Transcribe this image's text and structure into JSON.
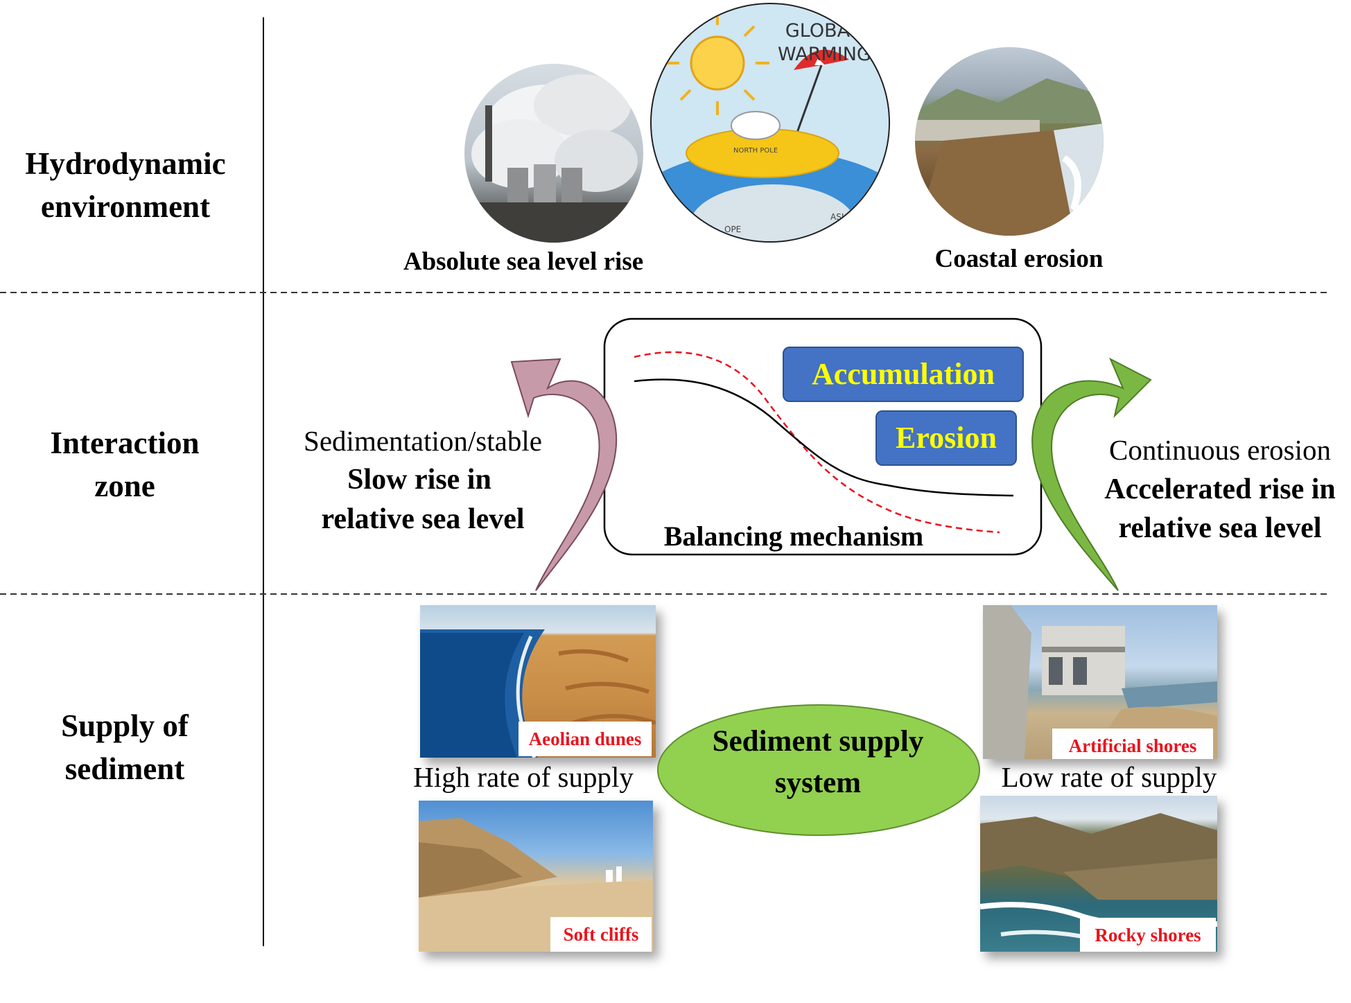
{
  "rows": {
    "hydrodynamic": "Hydrodynamic environment",
    "interaction": "Interaction zone",
    "supply": "Supply of sediment"
  },
  "top": {
    "left_caption": "Absolute sea level rise",
    "right_caption": "Coastal erosion",
    "cartoon_text": "GLOBAL WARMING?",
    "cartoon_pole": "NORTH POLE",
    "cartoon_asia": "ASIA",
    "cartoon_europe": "OPE"
  },
  "middle": {
    "accumulation": "Accumulation",
    "erosion": "Erosion",
    "balancing": "Balancing mechanism",
    "left_line1": "Sedimentation/stable",
    "left_line2": "Slow rise in",
    "left_line3": "relative sea level",
    "right_line1": "Continuous erosion",
    "right_line2": "Accelerated rise in",
    "right_line3": "relative sea level"
  },
  "bottom": {
    "center": "Sediment supply system",
    "high": "High rate of supply",
    "low": "Low rate of supply",
    "tags": [
      "Aeolian dunes",
      "Soft cliffs",
      "Artificial shores",
      "Rocky shores"
    ]
  },
  "colors": {
    "left_arrow": "#c79aa9",
    "right_arrow": "#7ab843",
    "box_fill": "#4472c4",
    "box_text": "#ffff00",
    "tag_text": "#e8141e",
    "ellipse": "#92d050"
  }
}
